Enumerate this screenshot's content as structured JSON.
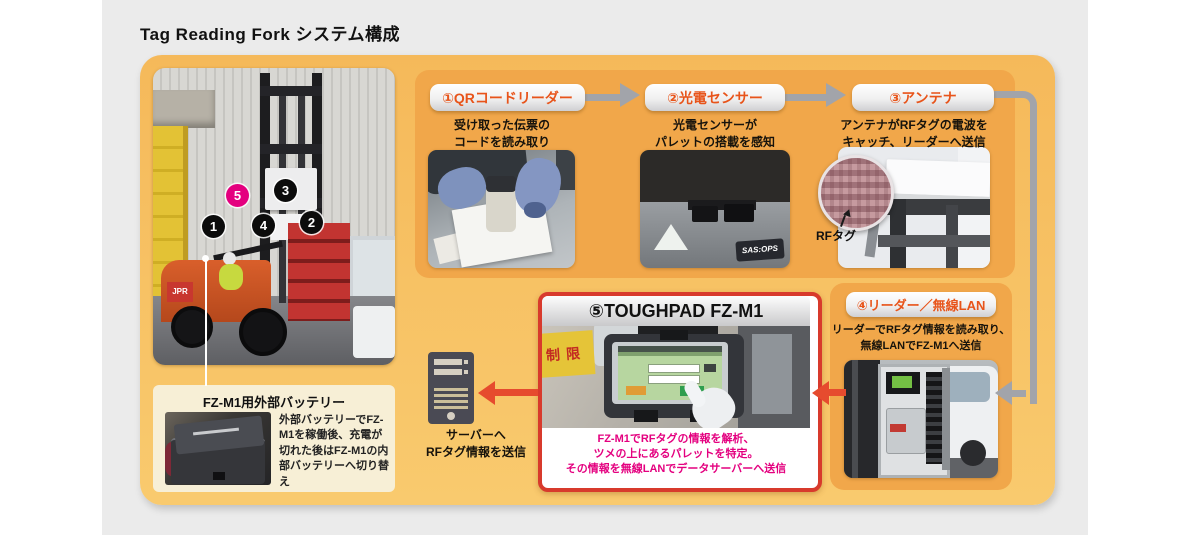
{
  "header": {
    "title": "Tag Reading Fork システム構成"
  },
  "steps": [
    {
      "label": "①QRコードリーダー",
      "desc1": "受け取った伝票の",
      "desc2": "コードを読み取り"
    },
    {
      "label": "②光電センサー",
      "desc1": "光電センサーが",
      "desc2": "パレットの搭載を感知"
    },
    {
      "label": "③アンテナ",
      "desc1": "アンテナがRFタグの電波を",
      "desc2": "キャッチ、リーダーへ送信"
    },
    {
      "label": "④リーダー／無線LAN",
      "desc1": "リーダーでRFタグ情報を読み取り、",
      "desc2": "無線LANでFZ-M1へ送信"
    },
    {
      "label": "⑤TOUGHPAD FZ-M1",
      "desc1": "FZ-M1でRFタグの情報を解析、",
      "desc2": "ツメの上にあるパレットを特定。",
      "desc3": "その情報を無線LANでデータサーバーへ送信"
    }
  ],
  "markers": [
    {
      "num": "1"
    },
    {
      "num": "2"
    },
    {
      "num": "3"
    },
    {
      "num": "4"
    },
    {
      "num": "5"
    }
  ],
  "photo2": {
    "badge": "SAS:OPS"
  },
  "photo3": {
    "rf_tag_label": "RFタグ"
  },
  "forklift": {
    "logo": "JPR"
  },
  "toughpad_photo": {
    "sign": "制限"
  },
  "server": {
    "line1": "サーバーへ",
    "line2": "RFタグ情報を送信"
  },
  "battery": {
    "title": "FZ-M1用外部バッテリー",
    "body": "外部バッテリーでFZ-M1を稼働後、充電が切れた後はFZ-M1の内部バッテリーへ切り替え"
  },
  "colors": {
    "panel_outer": "#f7c463",
    "panel_inner": "#f1a74a",
    "backdrop": "#ebebeb",
    "accent_orange_text": "#e8541a",
    "magenta": "#e4007f",
    "arrow_gray": "#a2a4aa",
    "arrow_red": "#e64b2e",
    "toughpad_border": "#d83a2c",
    "cream_box": "#f7efd6",
    "marker_black": "#0c0c0c",
    "marker_pink": "#e4007f"
  }
}
